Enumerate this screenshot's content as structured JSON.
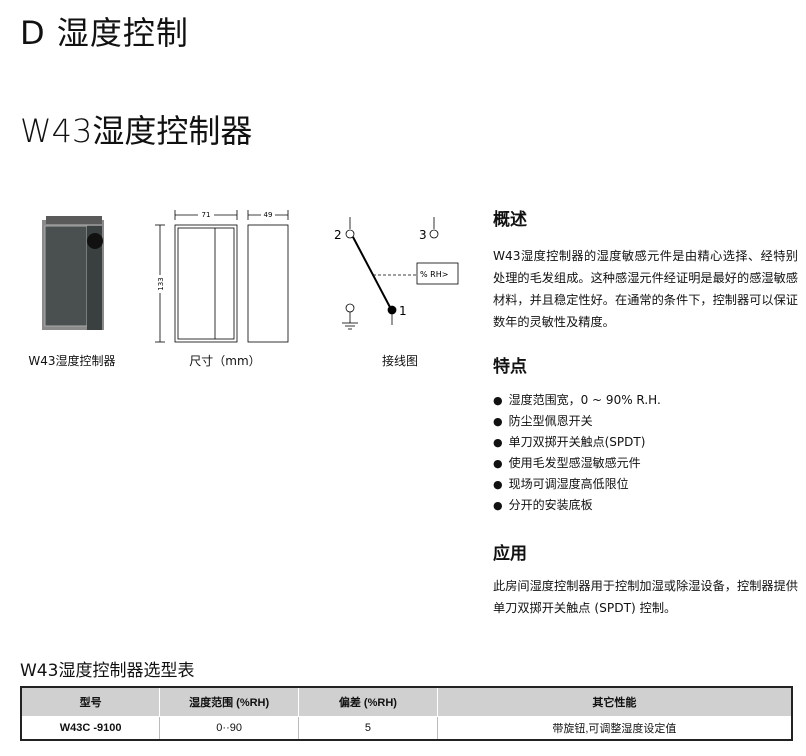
{
  "header": {
    "section": "D 湿度控制",
    "product_title": "W43湿度控制器"
  },
  "figures": {
    "photo_caption": "W43湿度控制器",
    "dim_caption": "尺寸（mm）",
    "dim_width": "71",
    "dim_depth": "49",
    "dim_height": "133",
    "wiring_caption": "接线图",
    "terminal_1": "1",
    "terminal_2": "2",
    "terminal_3": "3",
    "rh_label": "% RH>"
  },
  "overview": {
    "title": "概述",
    "text": "W43湿度控制器的湿度敏感元件是由精心选择、经特别处理的毛发组成。这种感湿元件经证明是最好的感湿敏感材料，并且稳定性好。在通常的条件下，控制器可以保证数年的灵敏性及精度。"
  },
  "features": {
    "title": "特点",
    "items": [
      "湿度范围宽，0 ~ 90% R.H.",
      "防尘型佩恩开关",
      "单刀双掷开关触点(SPDT)",
      "使用毛发型感湿敏感元件",
      "现场可调湿度高低限位",
      "分开的安装底板"
    ]
  },
  "application": {
    "title": "应用",
    "text": "此房间湿度控制器用于控制加湿或除湿设备，控制器提供单刀双掷开关触点 (SPDT) 控制。"
  },
  "table": {
    "title": "W43湿度控制器选型表",
    "headers": [
      "型号",
      "湿度范围 (%RH)",
      "偏差 (%RH)",
      "其它性能"
    ],
    "rows": [
      [
        "W43C -9100",
        "0··90",
        "5",
        "带旋钮,可调整湿度设定值"
      ]
    ]
  }
}
